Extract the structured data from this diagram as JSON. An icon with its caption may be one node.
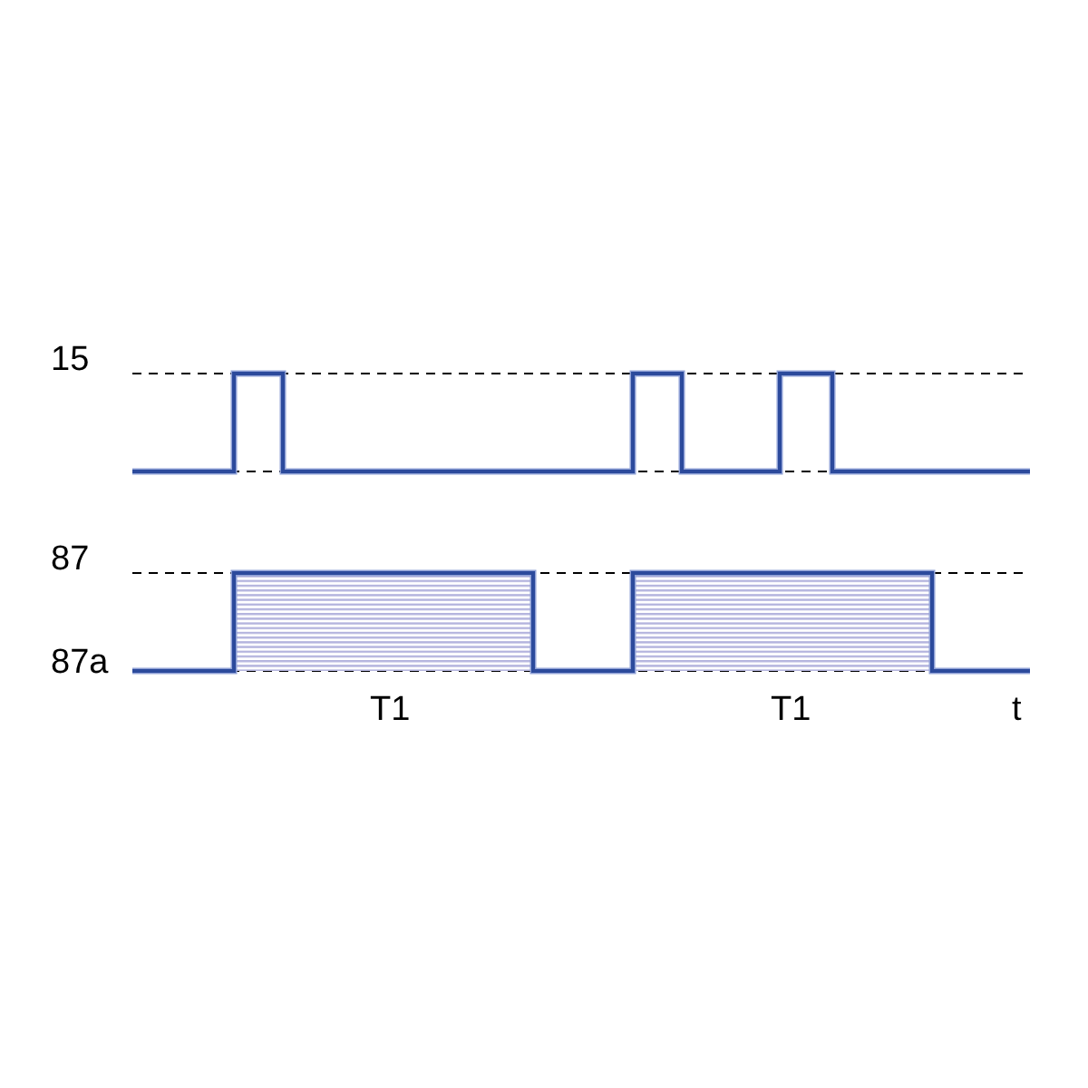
{
  "diagram": {
    "labels": [
      "15",
      "87",
      "87a",
      "T1",
      "T1",
      "t"
    ]
  }
}
